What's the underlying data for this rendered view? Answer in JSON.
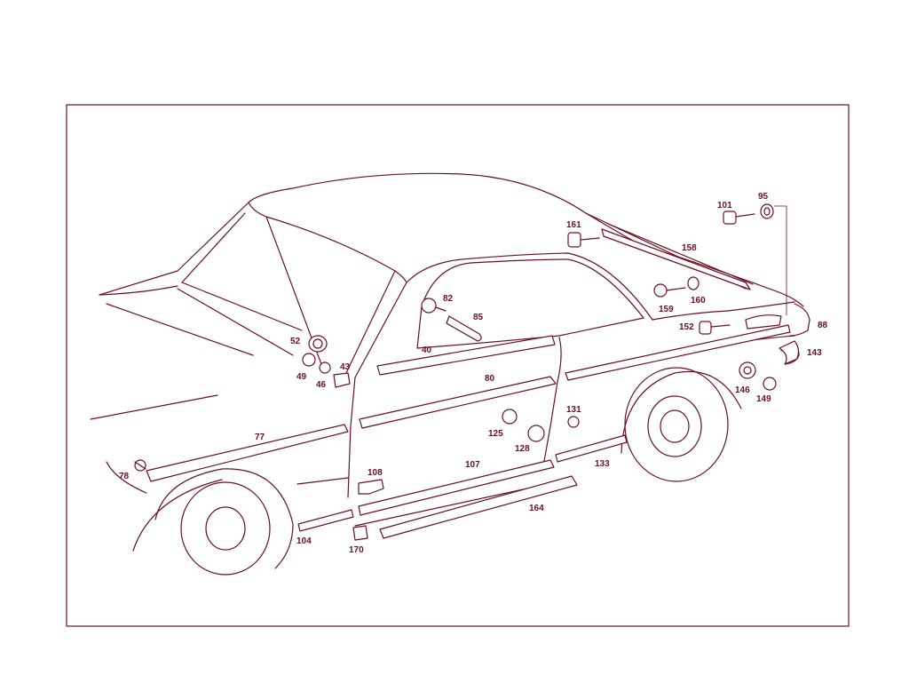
{
  "diagram": {
    "colors": {
      "line": "#6b1020",
      "background": "#ffffff"
    },
    "labels": {
      "p101": "101",
      "p95": "95",
      "p161": "161",
      "p158": "158",
      "p82": "82",
      "p85": "85",
      "p159": "159",
      "p160": "160",
      "p152": "152",
      "p88": "88",
      "p52": "52",
      "p40": "40",
      "p143": "143",
      "p49": "49",
      "p46": "46",
      "p43": "43",
      "p80": "80",
      "p146": "146",
      "p149": "149",
      "p131": "131",
      "p125": "125",
      "p128": "128",
      "p77": "77",
      "p133": "133",
      "p107": "107",
      "p108": "108",
      "p78": "78",
      "p164": "164",
      "p104": "104",
      "p170": "170"
    }
  }
}
